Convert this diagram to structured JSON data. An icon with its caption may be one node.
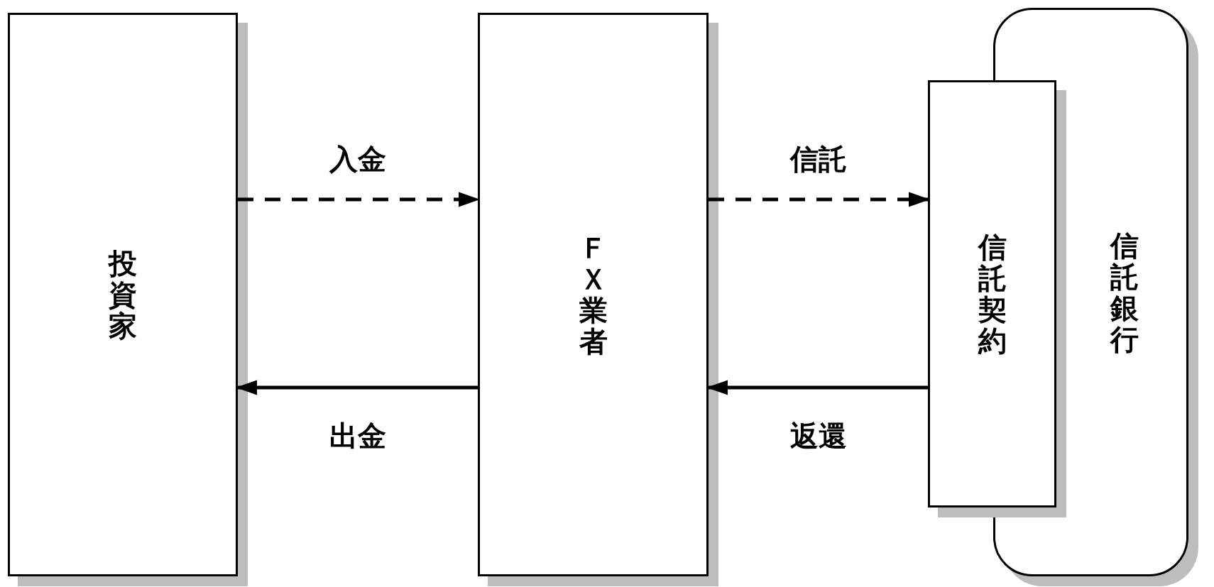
{
  "diagram": {
    "nodes": [
      {
        "text": [
          "投資家"
        ]
      },
      {
        "text": [
          "ＦＸ業者"
        ]
      },
      {
        "text": [
          "信託契約"
        ]
      },
      {
        "text": [
          "信託銀行"
        ]
      }
    ],
    "edges": [
      {
        "from": 0,
        "to": 1,
        "arrow": "to",
        "style": "dashed",
        "label": "入金"
      },
      {
        "from": 1,
        "to": 0,
        "arrow": "to",
        "label": "出金"
      },
      {
        "from": 1,
        "to": 2,
        "arrow": "to",
        "style": "dashed",
        "label": "信託"
      },
      {
        "from": 2,
        "to": 1,
        "arrow": "to",
        "label": "返還"
      }
    ]
  }
}
